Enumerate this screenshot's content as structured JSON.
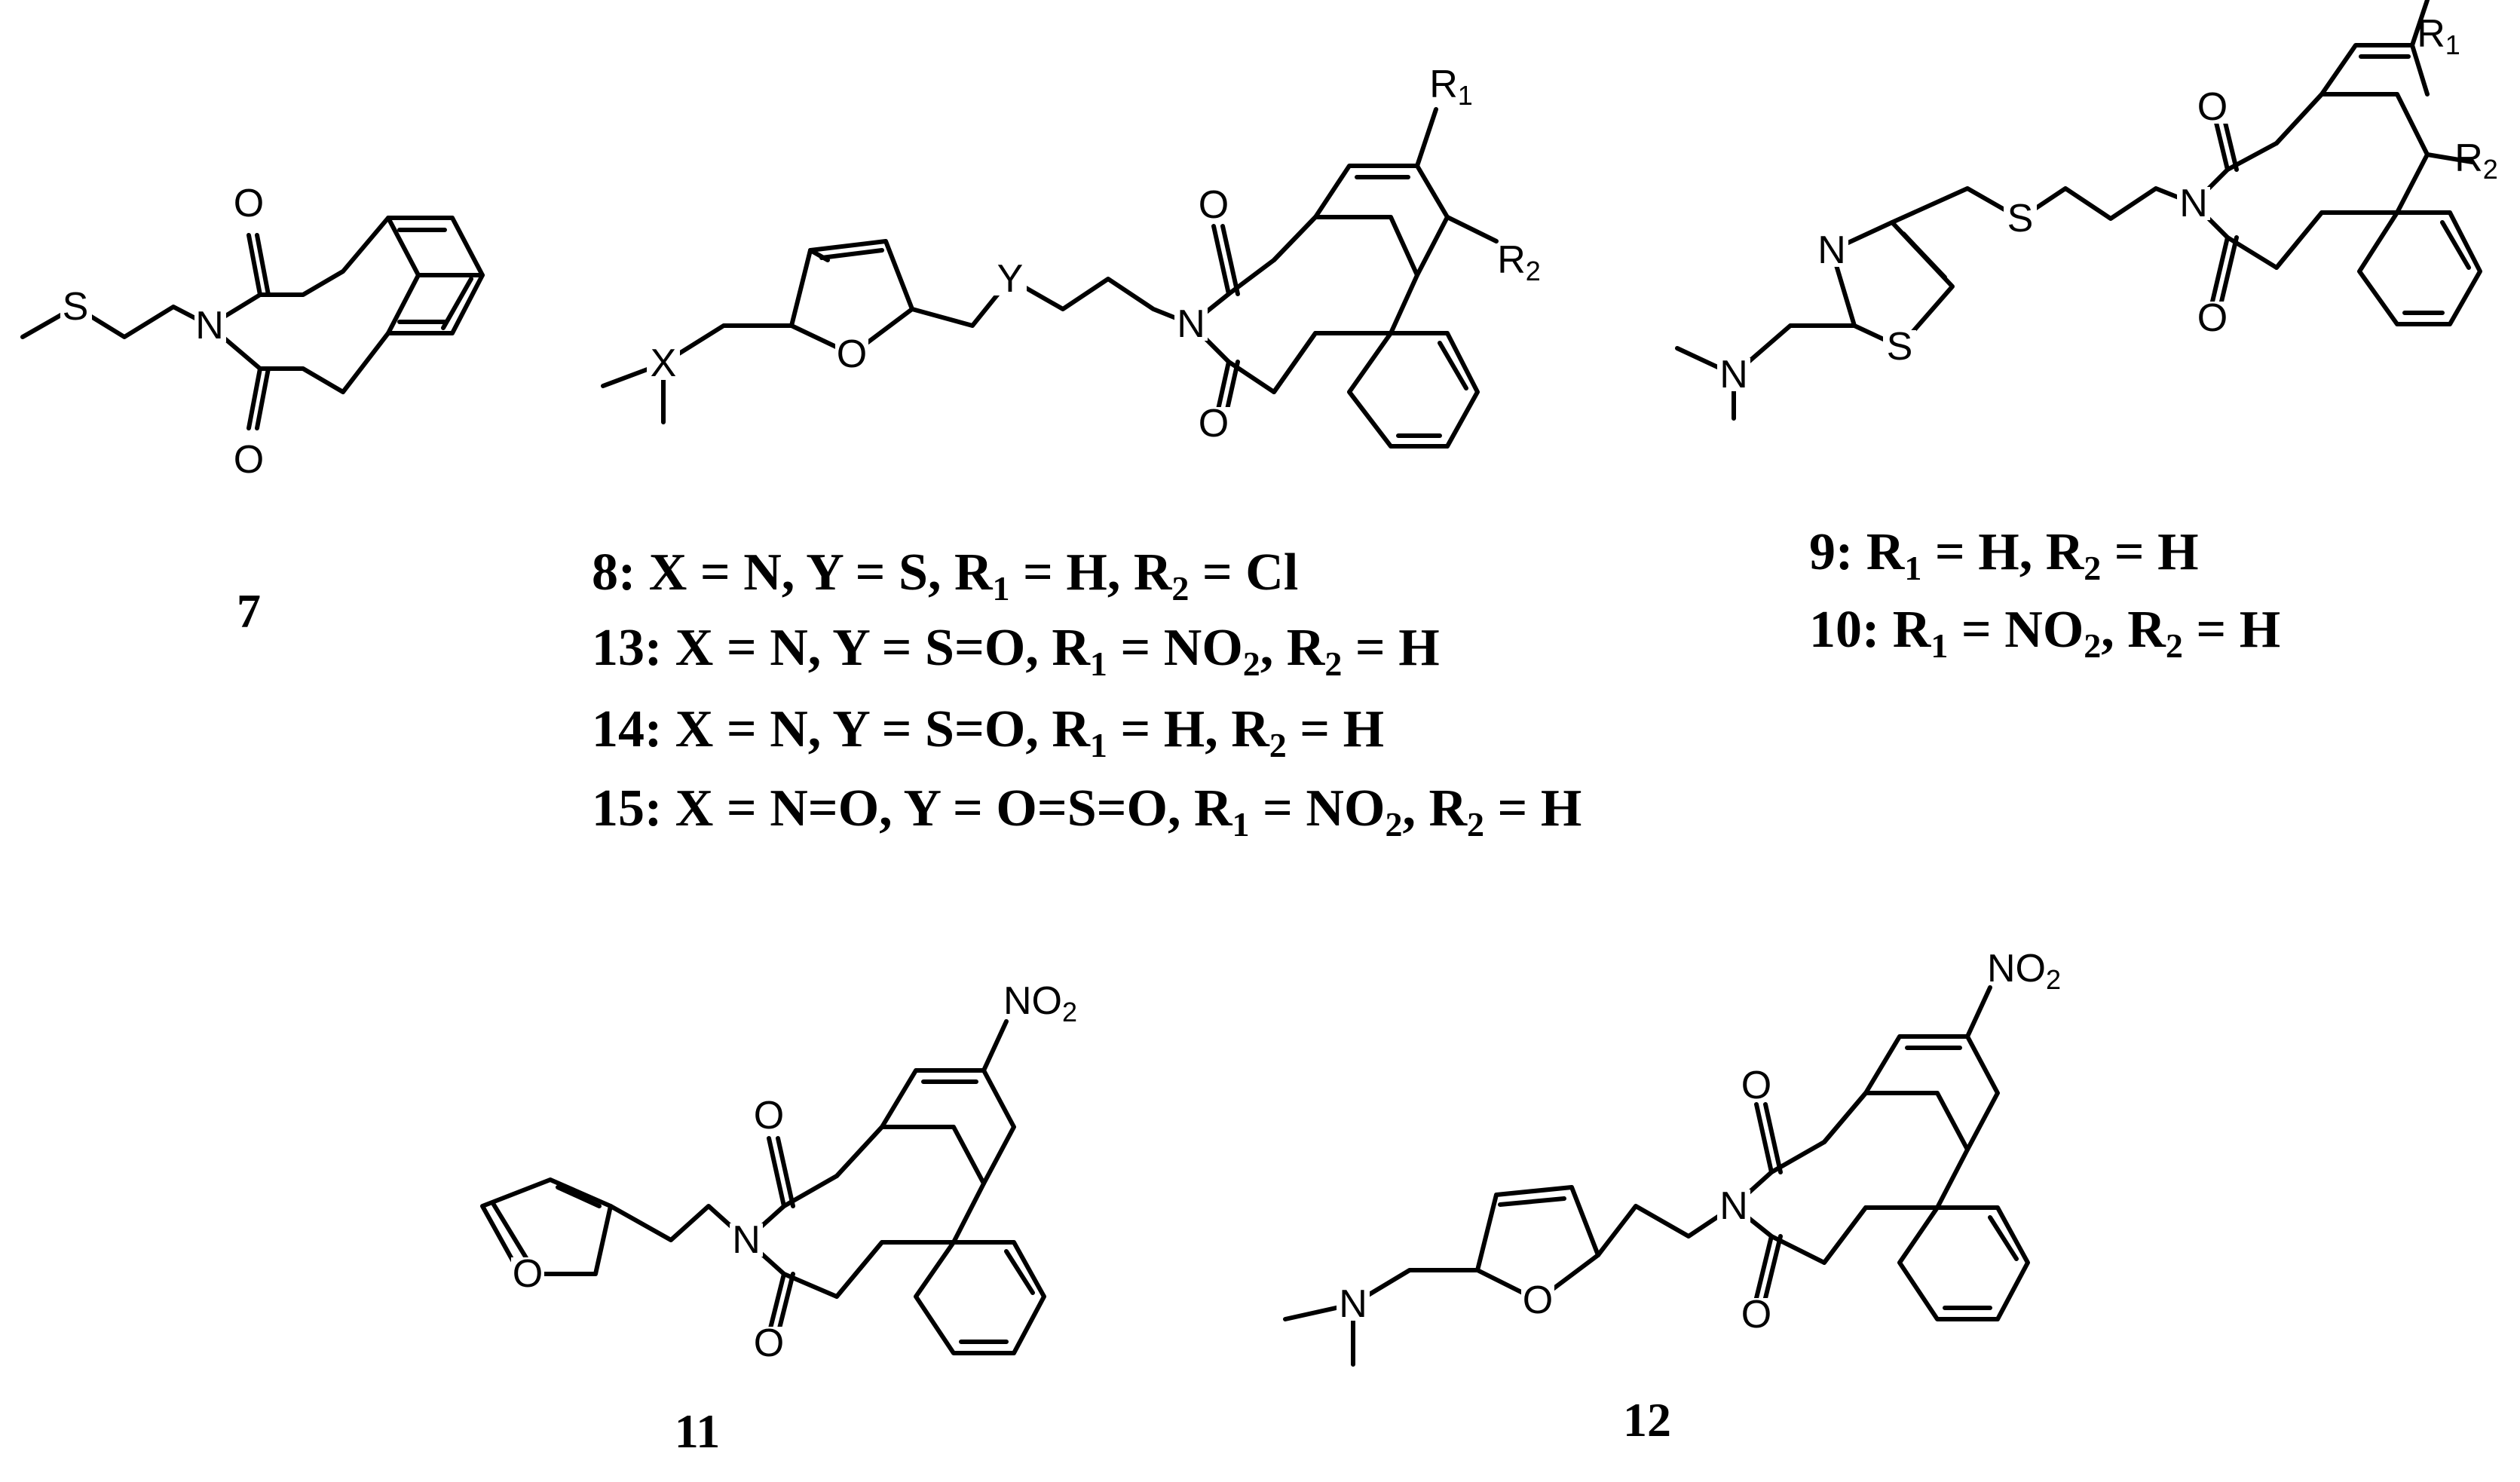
{
  "compounds": {
    "c7": {
      "label": "7"
    },
    "c8": {
      "lines": [
        [
          "8: X = N, Y = S, R",
          "1",
          " = H, R",
          "2",
          " = Cl"
        ],
        [
          "13: X = N, Y = S=O, R",
          "1",
          " = NO",
          "2",
          ", R",
          "2",
          " = H"
        ],
        [
          "14: X = N, Y = S=O, R",
          "1",
          " = H, R",
          "2",
          " = H"
        ],
        [
          "15: X = N=O, Y = O=S=O, R",
          "1",
          " = NO",
          "2",
          ", R",
          "2",
          " = H"
        ]
      ]
    },
    "c9": {
      "lines": [
        [
          "9: R",
          "1",
          " = H, R",
          "2",
          " = H"
        ],
        [
          "10:  R",
          "1",
          " = NO",
          "2",
          ", R",
          "2",
          " = H"
        ]
      ]
    },
    "c11": {
      "label": "11"
    },
    "c12": {
      "label": "12"
    }
  },
  "atoms": {
    "O": "O",
    "N": "N",
    "S": "S",
    "X": "X",
    "Y": "Y",
    "R": "R",
    "one": "1",
    "two": "2",
    "NO": "NO"
  }
}
